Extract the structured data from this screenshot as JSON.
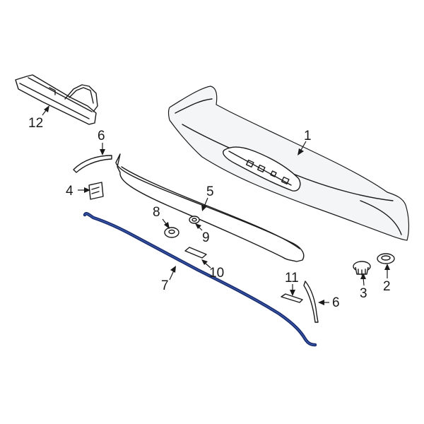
{
  "callouts": [
    {
      "id": "1",
      "label": "1"
    },
    {
      "id": "2",
      "label": "2"
    },
    {
      "id": "3",
      "label": "3"
    },
    {
      "id": "4",
      "label": "4"
    },
    {
      "id": "5",
      "label": "5"
    },
    {
      "id": "6a",
      "label": "6"
    },
    {
      "id": "6b",
      "label": "6"
    },
    {
      "id": "7",
      "label": "7"
    },
    {
      "id": "8",
      "label": "8"
    },
    {
      "id": "9",
      "label": "9"
    },
    {
      "id": "10",
      "label": "10"
    },
    {
      "id": "11",
      "label": "11"
    },
    {
      "id": "12",
      "label": "12"
    }
  ],
  "highlight_color": "#1c2f6e",
  "highlighted_part": "7"
}
